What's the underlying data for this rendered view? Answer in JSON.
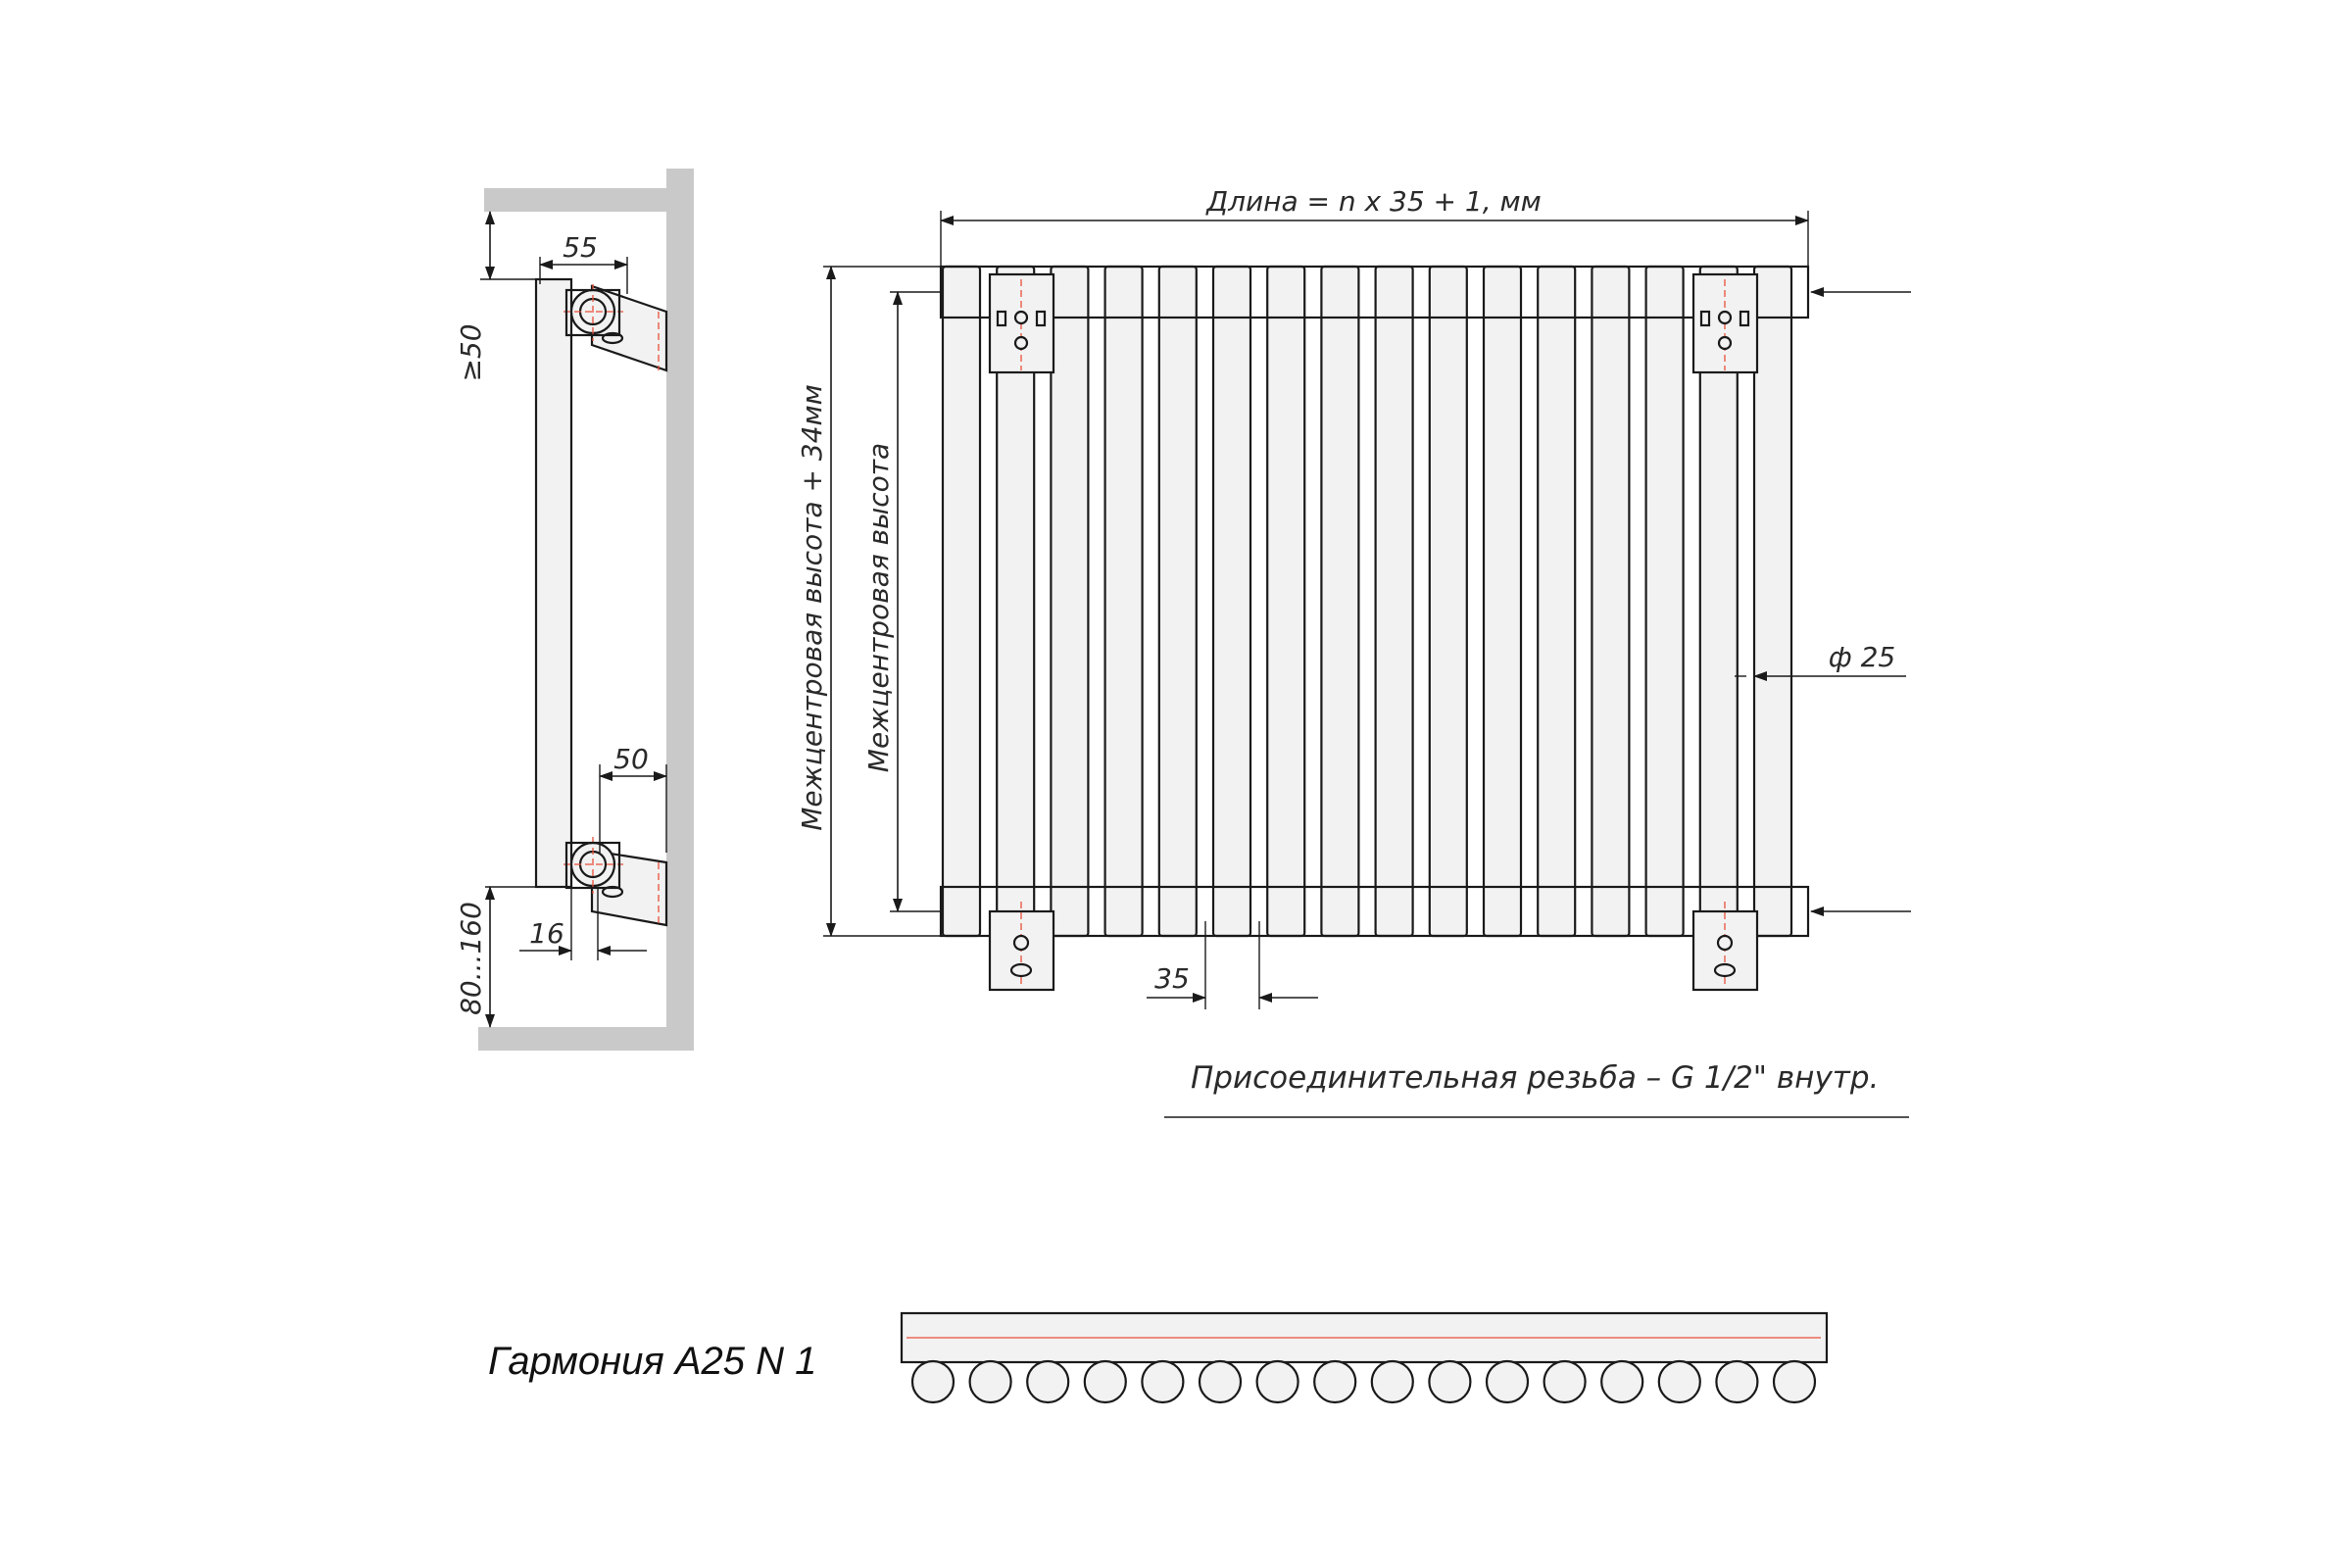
{
  "labels": {
    "length": "Длина = n x 35 + 1, мм",
    "center_height_plus": "Межцентровая высота + 34мм",
    "center_height": "Межцентровая высота",
    "diameter": "ф 25",
    "pitch": "35",
    "wall_gap_top": "≥50",
    "top_offset": "55",
    "bottom_offset": "50",
    "bracket_depth": "16",
    "floor_gap": "80...160",
    "thread_note": "Присоединительная резьба – G 1/2\" внутр.",
    "model": "Гармония  А25 N 1"
  },
  "tubes": {
    "front_count": 16,
    "plan_count": 16
  },
  "colors": {
    "line": "#1a1a1a",
    "fill": "#f2f2f2",
    "wall": "#c9c9c9",
    "axis": "#e8503a"
  }
}
